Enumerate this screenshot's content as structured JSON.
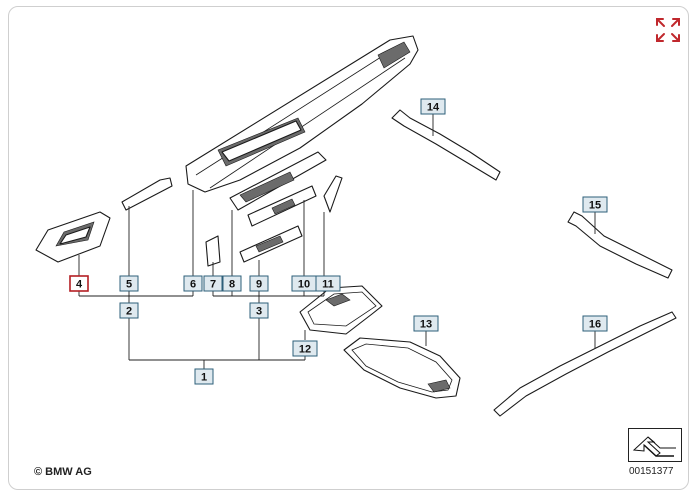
{
  "diagram": {
    "callouts": [
      {
        "id": "c1",
        "label": "1",
        "active": false
      },
      {
        "id": "c2",
        "label": "2",
        "active": false
      },
      {
        "id": "c3",
        "label": "3",
        "active": false
      },
      {
        "id": "c4",
        "label": "4",
        "active": true
      },
      {
        "id": "c5",
        "label": "5",
        "active": false
      },
      {
        "id": "c6",
        "label": "6",
        "active": false
      },
      {
        "id": "c7",
        "label": "7",
        "active": false
      },
      {
        "id": "c8",
        "label": "8",
        "active": false
      },
      {
        "id": "c9",
        "label": "9",
        "active": false
      },
      {
        "id": "c10",
        "label": "10",
        "active": false
      },
      {
        "id": "c11",
        "label": "11",
        "active": false
      },
      {
        "id": "c12",
        "label": "12",
        "active": false
      },
      {
        "id": "c13",
        "label": "13",
        "active": false
      },
      {
        "id": "c14",
        "label": "14",
        "active": false
      },
      {
        "id": "c15",
        "label": "15",
        "active": false
      },
      {
        "id": "c16",
        "label": "16",
        "active": false
      }
    ],
    "copyright": "© BMW AG",
    "doc_number": "00151377"
  },
  "colors": {
    "active_callout": "#b41e23",
    "callout_border": "#2d5f7a",
    "callout_fill": "#dfe9ef",
    "expand_icon": "#c0282d"
  },
  "icons": {
    "expand": "expand-arrows-icon",
    "nav": "navigation-arrow-icon"
  }
}
